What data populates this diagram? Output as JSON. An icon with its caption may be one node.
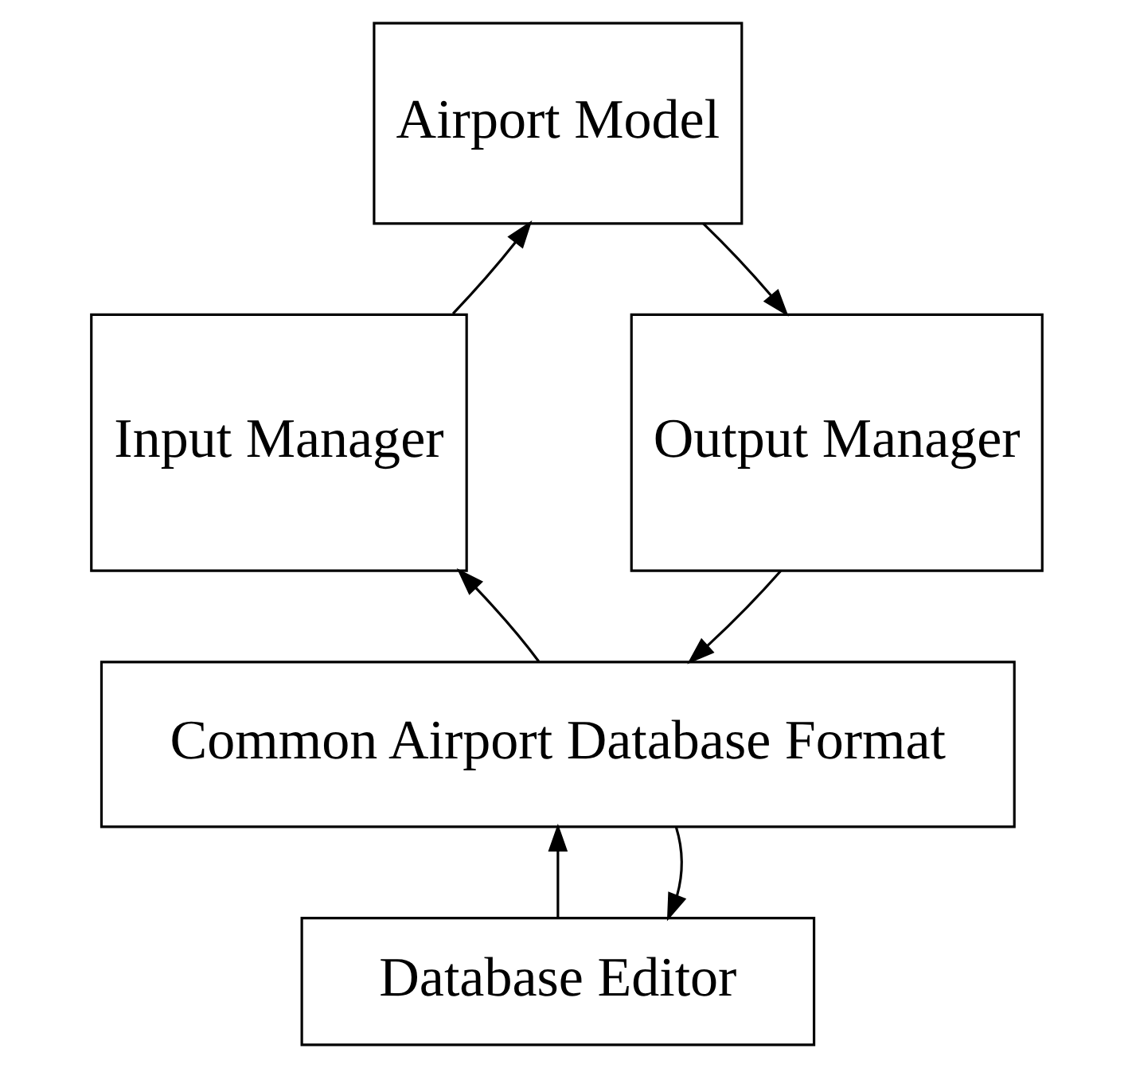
{
  "diagram": {
    "nodes": [
      {
        "text": [
          "Airport Model"
        ]
      },
      {
        "text": [
          "Input Manager"
        ]
      },
      {
        "text": [
          "Output Manager"
        ]
      },
      {
        "text": [
          "Common Airport Database Format"
        ]
      },
      {
        "text": [
          "Database Editor"
        ]
      }
    ],
    "edges": [
      {
        "from": 1,
        "to": 0,
        "arrow": "to"
      },
      {
        "from": 0,
        "to": 2,
        "arrow": "to"
      },
      {
        "from": 2,
        "to": 3,
        "arrow": "to"
      },
      {
        "from": 3,
        "to": 1,
        "arrow": "to"
      },
      {
        "from": 4,
        "to": 3,
        "arrow": "to"
      },
      {
        "from": 3,
        "to": 4,
        "arrow": "to"
      }
    ]
  }
}
